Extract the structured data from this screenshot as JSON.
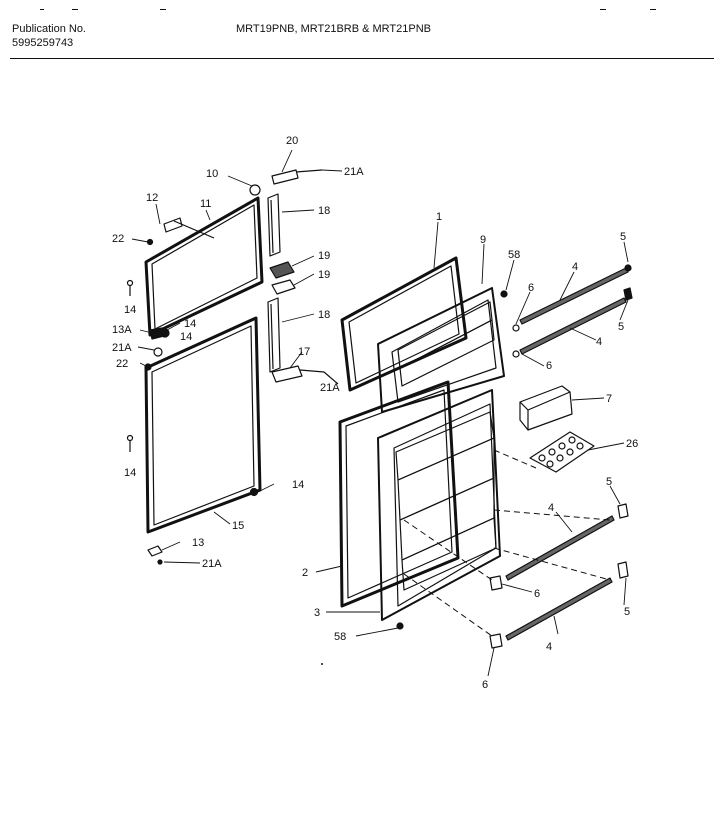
{
  "header": {
    "publication_label": "Publication No.",
    "publication_number": "5995259743",
    "models": "MRT19PNB, MRT21BRB & MRT21PNB"
  },
  "callouts": [
    {
      "text": "20"
    },
    {
      "text": "10"
    },
    {
      "text": "21A"
    },
    {
      "text": "12"
    },
    {
      "text": "11"
    },
    {
      "text": "18"
    },
    {
      "text": "22"
    },
    {
      "text": "19"
    },
    {
      "text": "19"
    },
    {
      "text": "14"
    },
    {
      "text": "18"
    },
    {
      "text": "13A"
    },
    {
      "text": "14"
    },
    {
      "text": "14"
    },
    {
      "text": "21A"
    },
    {
      "text": "22"
    },
    {
      "text": "17"
    },
    {
      "text": "21A"
    },
    {
      "text": "14"
    },
    {
      "text": "14"
    },
    {
      "text": "15"
    },
    {
      "text": "13"
    },
    {
      "text": "21A"
    },
    {
      "text": "1"
    },
    {
      "text": "9"
    },
    {
      "text": "58"
    },
    {
      "text": "5"
    },
    {
      "text": "4"
    },
    {
      "text": "6"
    },
    {
      "text": "5"
    },
    {
      "text": "4"
    },
    {
      "text": "6"
    },
    {
      "text": "7"
    },
    {
      "text": "26"
    },
    {
      "text": "5"
    },
    {
      "text": "4"
    },
    {
      "text": "2"
    },
    {
      "text": "6"
    },
    {
      "text": "5"
    },
    {
      "text": "3"
    },
    {
      "text": "4"
    },
    {
      "text": "58"
    },
    {
      "text": "6"
    }
  ]
}
